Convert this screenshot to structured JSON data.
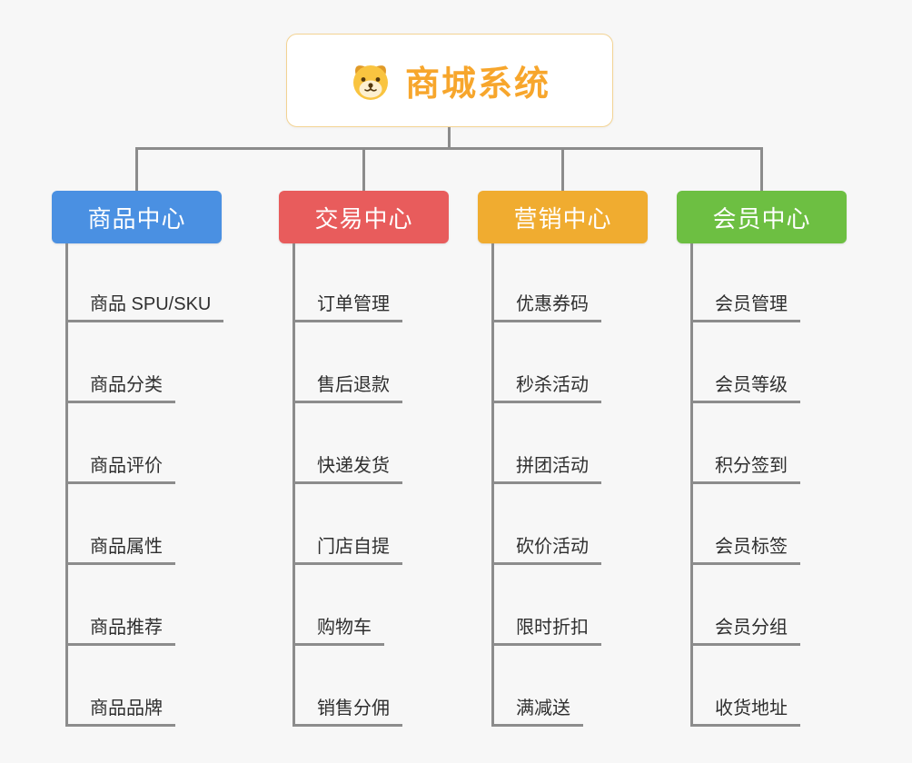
{
  "root": {
    "title": "商城系统",
    "icon": "dog-icon"
  },
  "branches": [
    {
      "label": "商品中心",
      "color": "#4a90e2",
      "children": [
        "商品 SPU/SKU",
        "商品分类",
        "商品评价",
        "商品属性",
        "商品推荐",
        "商品品牌"
      ]
    },
    {
      "label": "交易中心",
      "color": "#e85c5c",
      "children": [
        "订单管理",
        "售后退款",
        "快递发货",
        "门店自提",
        "购物车",
        "销售分佣"
      ]
    },
    {
      "label": "营销中心",
      "color": "#f0ac30",
      "children": [
        "优惠券码",
        "秒杀活动",
        "拼团活动",
        "砍价活动",
        "限时折扣",
        "满减送"
      ]
    },
    {
      "label": "会员中心",
      "color": "#6dbf42",
      "children": [
        "会员管理",
        "会员等级",
        "积分签到",
        "会员标签",
        "会员分组",
        "收货地址"
      ]
    }
  ],
  "colors": {
    "line": "#8c8c8c",
    "root_border": "#f3d393",
    "root_title": "#f7a62c",
    "child_text": "#2f2f2f"
  }
}
